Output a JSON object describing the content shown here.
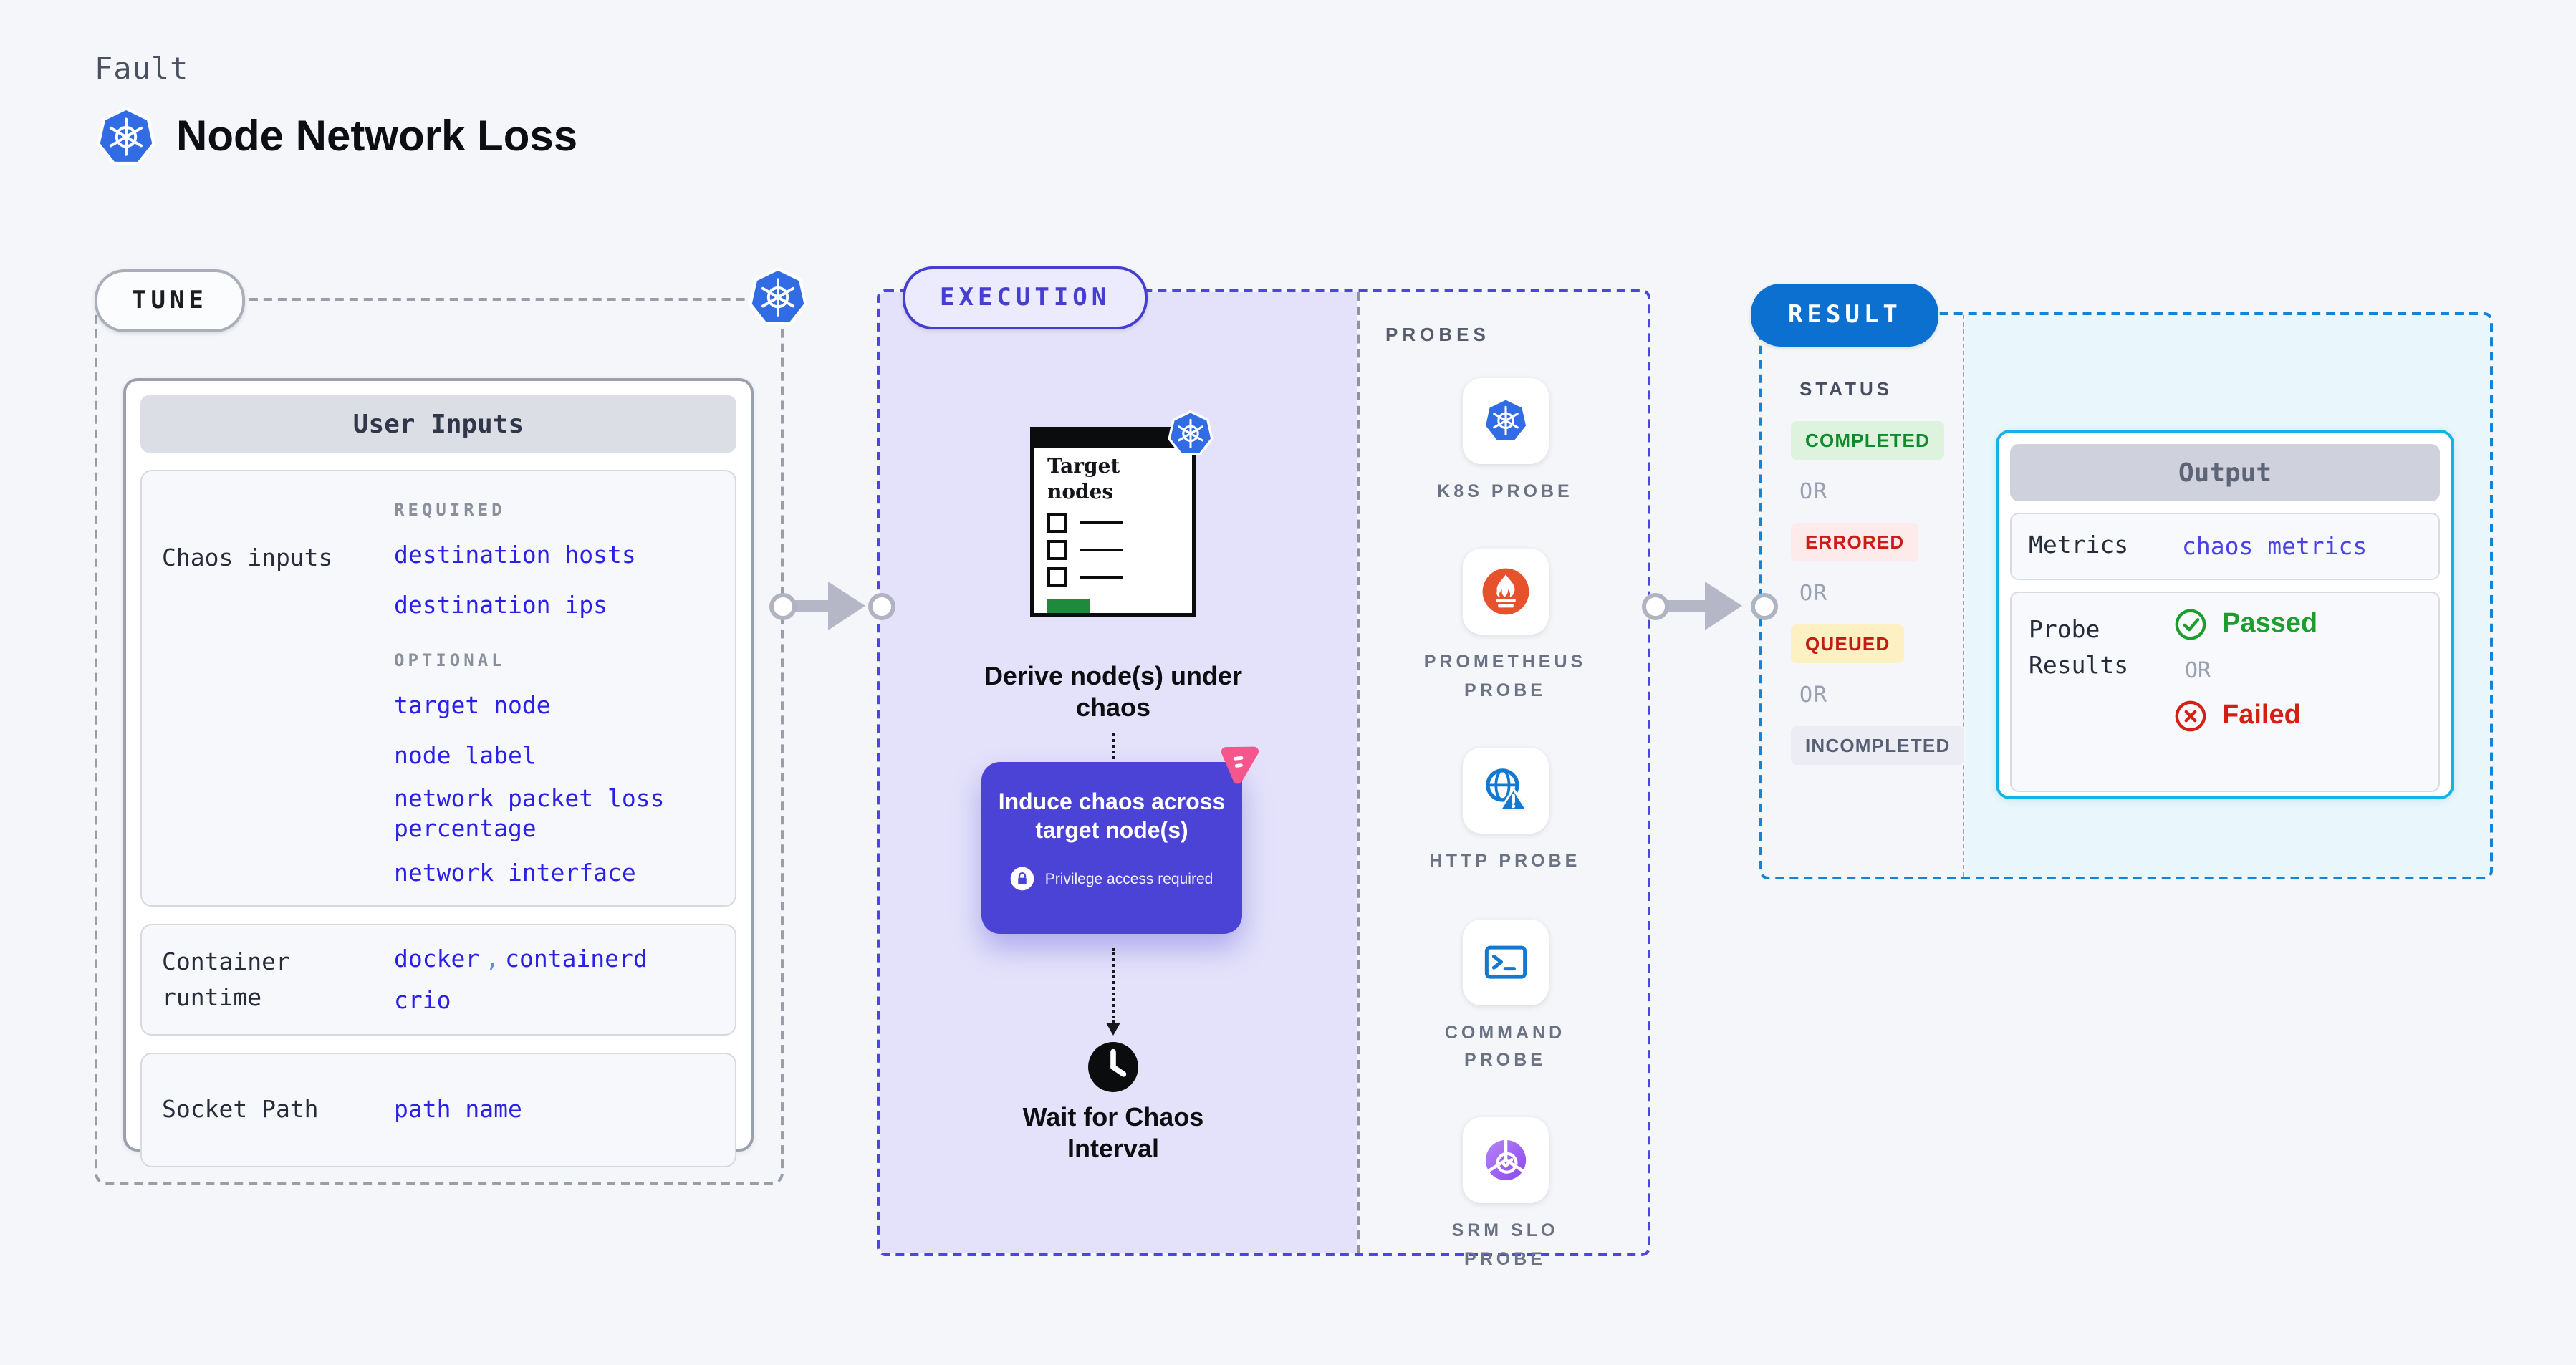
{
  "header": {
    "eyebrow": "Fault",
    "title": "Node Network Loss"
  },
  "colors": {
    "kubernetes_blue": "#326ce5",
    "indigo_accent": "#4b43d6",
    "execution_border": "#4c44e4",
    "execution_bg": "#e4e2fa",
    "result_pill_blue": "#0b70cf",
    "result_border_blue": "#1583d6",
    "output_border_cyan": "#14b2e6",
    "output_panel_bg": "#e9f6fc",
    "link_blue": "#2a20e8",
    "passed_green": "#1b9e2e",
    "failed_red": "#d61f14",
    "prometheus_orange": "#e6522c",
    "probe_icon_blue": "#1278d2",
    "srm_purple": "#9a5cf0",
    "litmus_pink": "#f5568c",
    "arrow_gray": "#b5b7c6",
    "completed_green": "#118a2d",
    "queued_yellow_bg": "#fdf0c2"
  },
  "tune": {
    "pill": "TUNE",
    "panel_title": "User Inputs",
    "rows": {
      "chaos": {
        "label": "Chaos inputs",
        "required_heading": "REQUIRED",
        "required_links": [
          "destination hosts",
          "destination ips"
        ],
        "optional_heading": "OPTIONAL",
        "optional_links": [
          "target node",
          "node label",
          "network packet loss percentage",
          "network interface"
        ]
      },
      "runtime": {
        "label": "Container runtime",
        "values": [
          "docker",
          "containerd",
          "crio"
        ],
        "separator": ","
      },
      "socket": {
        "label": "Socket Path",
        "value": "path name"
      }
    }
  },
  "execution": {
    "pill": "EXECUTION",
    "target_card_title": "Target nodes",
    "derive_label": "Derive node(s) under chaos",
    "induce_title": "Induce chaos across target node(s)",
    "induce_note": "Privilege access required",
    "wait_label": "Wait for Chaos Interval",
    "probes_heading": "PROBES",
    "probes": [
      {
        "label": "K8S PROBE",
        "icon": "kubernetes-icon"
      },
      {
        "label": "PROMETHEUS PROBE",
        "icon": "prometheus-icon"
      },
      {
        "label": "HTTP PROBE",
        "icon": "http-globe-icon"
      },
      {
        "label": "COMMAND PROBE",
        "icon": "terminal-icon"
      },
      {
        "label": "SRM SLO PROBE",
        "icon": "srm-slo-icon"
      }
    ]
  },
  "result": {
    "pill": "RESULT",
    "status_heading": "STATUS",
    "or_label": "OR",
    "statuses": [
      {
        "label": "COMPLETED"
      },
      {
        "label": "ERRORED"
      },
      {
        "label": "QUEUED"
      },
      {
        "label": "INCOMPLETED"
      }
    ],
    "output": {
      "title": "Output",
      "metrics_label": "Metrics",
      "metrics_link": "chaos metrics",
      "probe_results_label": "Probe Results",
      "passed": "Passed",
      "failed": "Failed"
    }
  }
}
